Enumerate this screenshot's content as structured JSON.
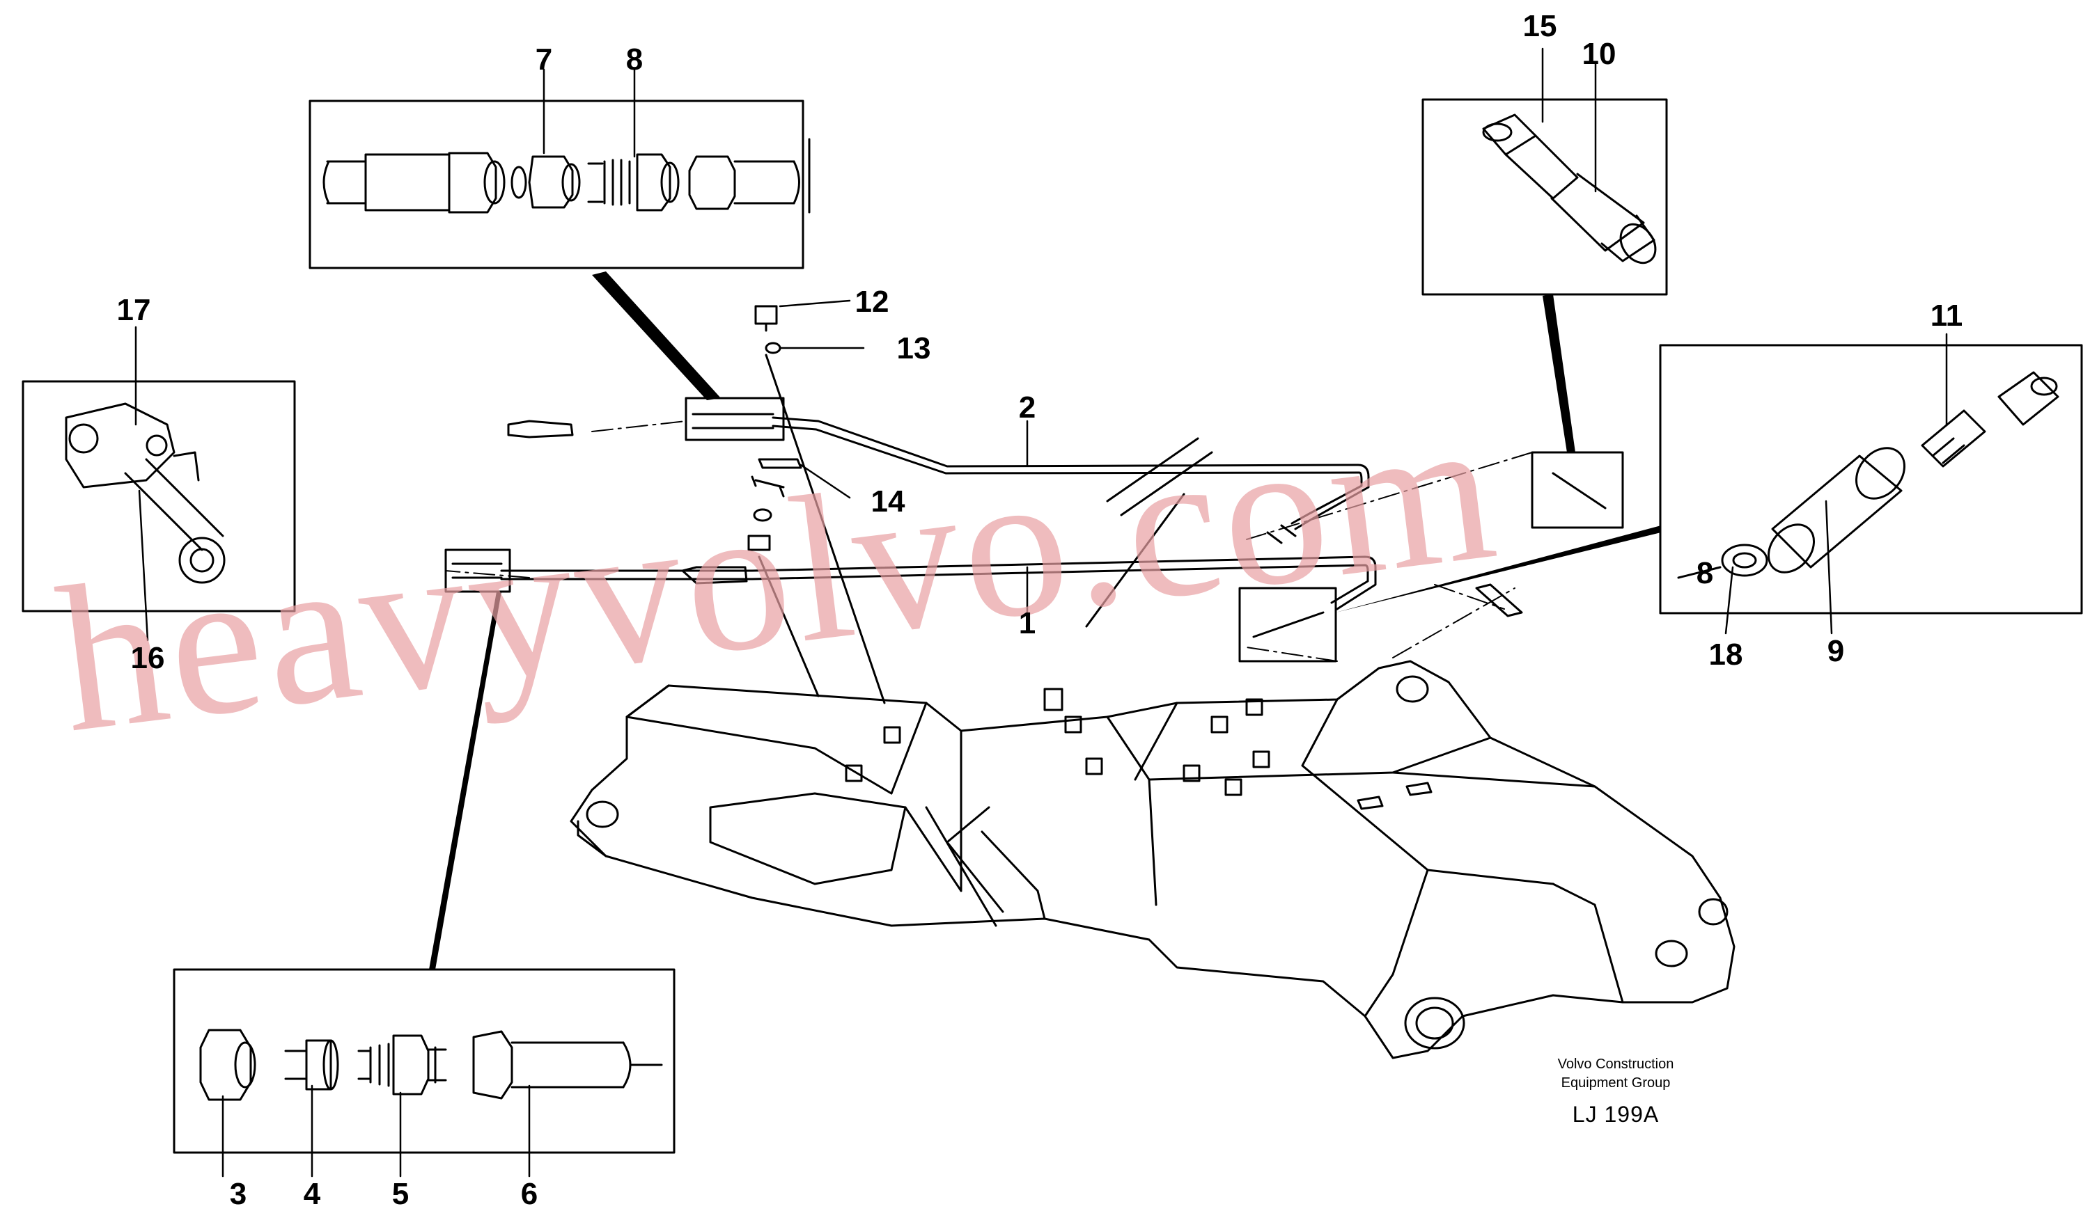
{
  "watermark": "heavyvolvo.com",
  "caption": {
    "line1": "Volvo Construction",
    "line2": "Equipment Group",
    "code": "LJ 199A"
  },
  "callouts": [
    {
      "id": "c1",
      "label": "1"
    },
    {
      "id": "c2",
      "label": "2"
    },
    {
      "id": "c3",
      "label": "3"
    },
    {
      "id": "c4",
      "label": "4"
    },
    {
      "id": "c5",
      "label": "5"
    },
    {
      "id": "c6",
      "label": "6"
    },
    {
      "id": "c7",
      "label": "7"
    },
    {
      "id": "c8",
      "label": "8"
    },
    {
      "id": "c8b",
      "label": "8"
    },
    {
      "id": "c9",
      "label": "9"
    },
    {
      "id": "c10",
      "label": "10"
    },
    {
      "id": "c11",
      "label": "11"
    },
    {
      "id": "c12",
      "label": "12"
    },
    {
      "id": "c13",
      "label": "13"
    },
    {
      "id": "c14",
      "label": "14"
    },
    {
      "id": "c15",
      "label": "15"
    },
    {
      "id": "c16",
      "label": "16"
    },
    {
      "id": "c17",
      "label": "17"
    },
    {
      "id": "c18",
      "label": "18"
    }
  ]
}
